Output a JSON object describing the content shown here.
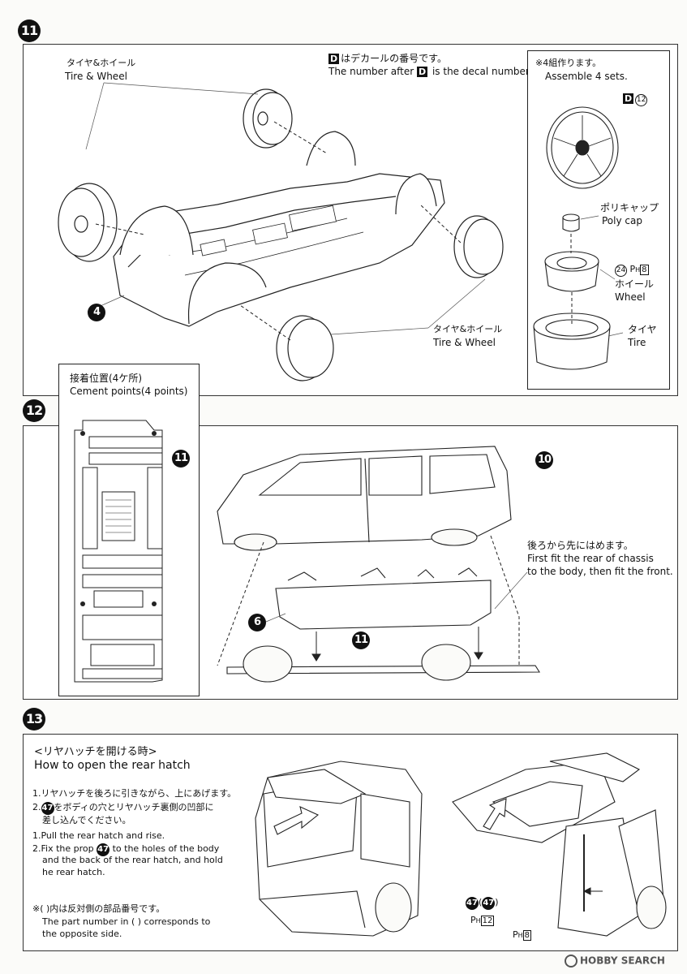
{
  "steps": {
    "s11": "11",
    "s12": "12",
    "s13": "13"
  },
  "step11": {
    "tire_wheel_top_jp": "タイヤ&ホイール",
    "tire_wheel_top_en": "Tire & Wheel",
    "decal_note_jp": "はデカールの番号です。",
    "decal_note_en_pre": "The number after",
    "decal_note_en_post": "is the decal number.",
    "decal_letter": "D",
    "assemble_jp": "※4組作ります。",
    "assemble_en": "Assemble 4 sets.",
    "wheel_decal_num": "12",
    "poly_cap_jp": "ポリキャップ",
    "poly_cap_en": "Poly cap",
    "wheel_part": "24",
    "wheel_p_label": "P",
    "wheel_p_sub": "H",
    "wheel_p_num": "8",
    "wheel_jp": "ホイール",
    "wheel_en": "Wheel",
    "tire_jp": "タイヤ",
    "tire_en": "Tire",
    "tire_wheel_bottom_jp": "タイヤ&ホイール",
    "tire_wheel_bottom_en": "Tire & Wheel",
    "chassis_part": "4"
  },
  "step12": {
    "cement_jp": "接着位置(4ケ所)",
    "cement_en": "Cement points(4 points)",
    "chassis_ref": "11",
    "body_ref": "10",
    "interior_ref": "6",
    "chassis_ref2": "11",
    "fit_jp": "後ろから先にはめます。",
    "fit_en_1": "First fit the rear of chassis",
    "fit_en_2": "to the body, then fit the front."
  },
  "step13": {
    "heading_jp": "<リヤハッチを開ける時>",
    "heading_en": "How to open the rear hatch",
    "jp_1": "1.リヤハッチを後ろに引きながら、上にあげます。",
    "jp_2_pre": "2.",
    "jp_2_part": "47",
    "jp_2_post": "をボディの穴とリヤハッチ裏側の凹部に",
    "jp_2_cont": "差し込んでください。",
    "en_1": "1.Pull the rear hatch and rise.",
    "en_2_pre": "2.Fix the prop",
    "en_2_part": "47",
    "en_2_post": "to the holes of the body",
    "en_2_cont1": "and the back of the rear hatch, and hold",
    "en_2_cont2": "he rear hatch.",
    "note_jp": "※(  )内は反対側の部品番号です。",
    "note_en_1": "The part number in (    ) corresponds to",
    "note_en_2": "the opposite side.",
    "prop_part": "47",
    "prop_part_paren": "47",
    "prop_p_num": "12",
    "hatch_p_num": "8",
    "p_label": "P",
    "p_sub": "H"
  },
  "watermark": "HOBBY SEARCH"
}
